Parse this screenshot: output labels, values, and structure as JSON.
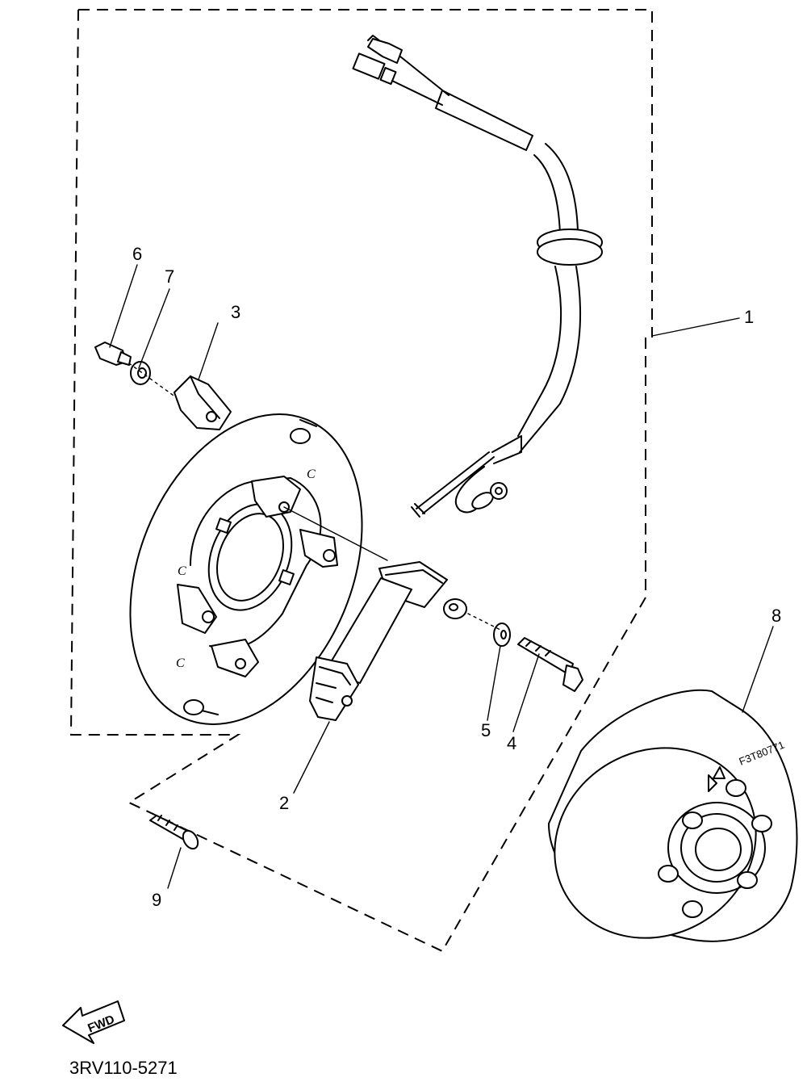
{
  "parts": [
    {
      "id": "part-1",
      "number": "1"
    },
    {
      "id": "part-2",
      "number": "2"
    },
    {
      "id": "part-3",
      "number": "3"
    },
    {
      "id": "part-4",
      "number": "4"
    },
    {
      "id": "part-5",
      "number": "5"
    },
    {
      "id": "part-6",
      "number": "6"
    },
    {
      "id": "part-7",
      "number": "7"
    },
    {
      "id": "part-8",
      "number": "8"
    },
    {
      "id": "part-9",
      "number": "9"
    }
  ],
  "plate_marks": [
    "C",
    "C",
    "C"
  ],
  "rotor_stamp": "F3T80771",
  "direction_arrow": {
    "label": "FWD"
  },
  "diagram_code": "3RV110-5271"
}
